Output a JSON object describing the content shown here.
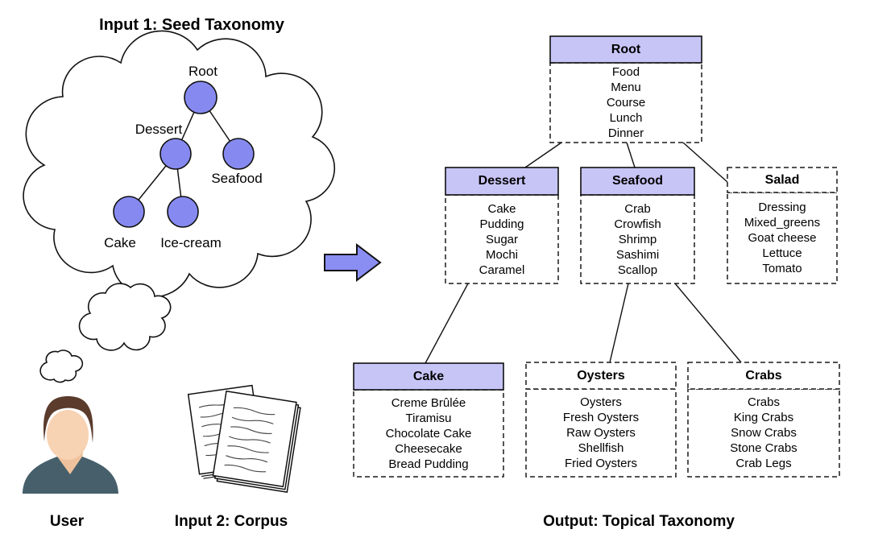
{
  "titles": {
    "seed": "Input 1: Seed Taxonomy",
    "user": "User",
    "corpus": "Input 2: Corpus",
    "output": "Output: Topical Taxonomy"
  },
  "colors": {
    "node_fill": "#868af0",
    "header_fill": "#c7c5f6",
    "arrow_fill": "#8a8ef3",
    "outline": "#000000"
  },
  "seed_tree": {
    "nodes": [
      {
        "label": "Root"
      },
      {
        "label": "Dessert"
      },
      {
        "label": "Seafood"
      },
      {
        "label": "Cake"
      },
      {
        "label": "Ice-cream"
      }
    ],
    "edges": [
      [
        "Root",
        "Dessert"
      ],
      [
        "Root",
        "Seafood"
      ],
      [
        "Dessert",
        "Cake"
      ],
      [
        "Dessert",
        "Ice-cream"
      ]
    ]
  },
  "output_taxonomy": {
    "boxes": [
      {
        "title": "Root",
        "style": "seed",
        "items": [
          "Food",
          "Menu",
          "Course",
          "Lunch",
          "Dinner"
        ]
      },
      {
        "title": "Dessert",
        "style": "seed",
        "items": [
          "Cake",
          "Pudding",
          "Sugar",
          "Mochi",
          "Caramel"
        ]
      },
      {
        "title": "Seafood",
        "style": "seed",
        "items": [
          "Crab",
          "Crowfish",
          "Shrimp",
          "Sashimi",
          "Scallop"
        ]
      },
      {
        "title": "Salad",
        "style": "new",
        "items": [
          "Dressing",
          "Mixed_greens",
          "Goat cheese",
          "Lettuce",
          "Tomato"
        ]
      },
      {
        "title": "Cake",
        "style": "seed",
        "items": [
          "Creme Brûlée",
          "Tiramisu",
          "Chocolate Cake",
          "Cheesecake",
          "Bread Pudding"
        ]
      },
      {
        "title": "Oysters",
        "style": "new",
        "items": [
          "Oysters",
          "Fresh Oysters",
          "Raw Oysters",
          "Shellfish",
          "Fried Oysters"
        ]
      },
      {
        "title": "Crabs",
        "style": "new",
        "items": [
          "Crabs",
          "King Crabs",
          "Snow Crabs",
          "Stone Crabs",
          "Crab Legs"
        ]
      }
    ],
    "edges": [
      [
        "Root",
        "Dessert"
      ],
      [
        "Root",
        "Seafood"
      ],
      [
        "Root",
        "Salad"
      ],
      [
        "Dessert",
        "Cake"
      ],
      [
        "Seafood",
        "Oysters"
      ],
      [
        "Seafood",
        "Crabs"
      ]
    ]
  }
}
